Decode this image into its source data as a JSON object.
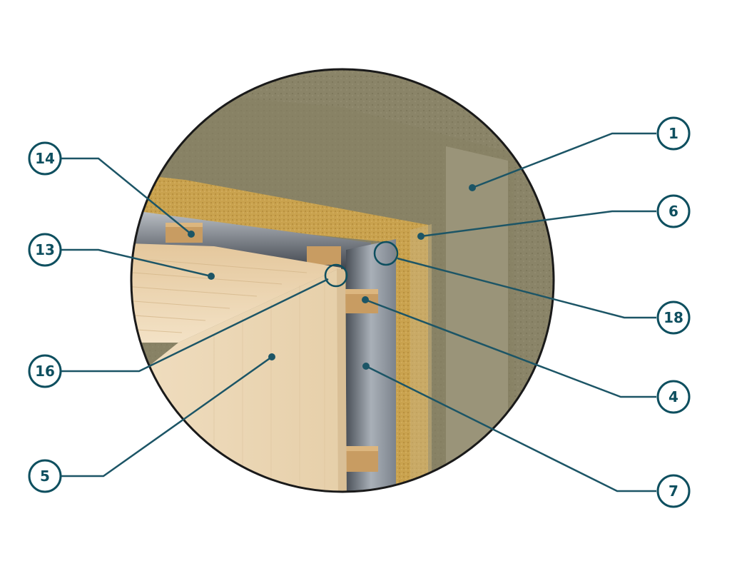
{
  "colors": {
    "callout": "#0e4f5f",
    "leader": "#1c5566",
    "concrete": "#8a8468",
    "mineral_wool": "#c9a24e",
    "membrane": "#9aa2ac",
    "batten": "#c89c62",
    "panel": "#ecd7b6",
    "circle_outline": "#1a1a1a"
  },
  "callouts": [
    {
      "id": "c1",
      "label": "1",
      "part": "concrete-wall"
    },
    {
      "id": "c6",
      "label": "6",
      "part": "mineral-wool-layer"
    },
    {
      "id": "c18",
      "label": "18",
      "part": "insulation-corner-joint"
    },
    {
      "id": "c4",
      "label": "4",
      "part": "timber-batten"
    },
    {
      "id": "c7",
      "label": "7",
      "part": "vapour-membrane"
    },
    {
      "id": "c14",
      "label": "14",
      "part": "ceiling-batten"
    },
    {
      "id": "c13",
      "label": "13",
      "part": "ceiling-panel"
    },
    {
      "id": "c16",
      "label": "16",
      "part": "panel-corner-joint"
    },
    {
      "id": "c5",
      "label": "5",
      "part": "wall-panel"
    }
  ]
}
